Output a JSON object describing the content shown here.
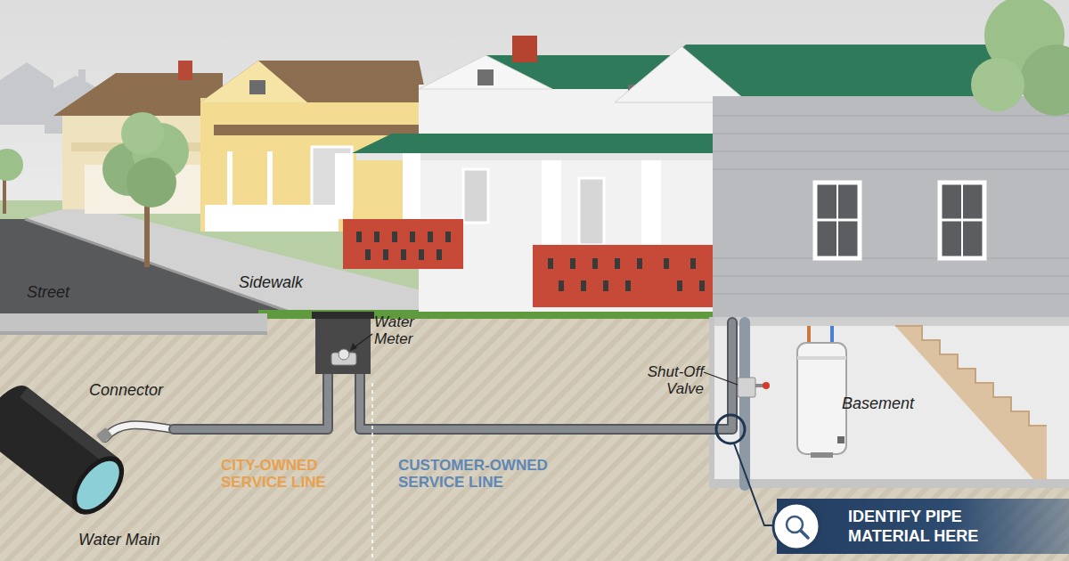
{
  "diagram": {
    "nodes": [
      {
        "text": [
          "IDENTIFY PIPE MATERIAL HERE"
        ]
      }
    ],
    "labels": [
      "Street",
      "Sidewalk",
      "Water Meter",
      "Connector",
      "Shut-Off Valve",
      "Basement",
      "CITY-OWNED SERVICE LINE",
      "CUSTOMER-OWNED SERVICE LINE",
      "Water Main"
    ]
  }
}
